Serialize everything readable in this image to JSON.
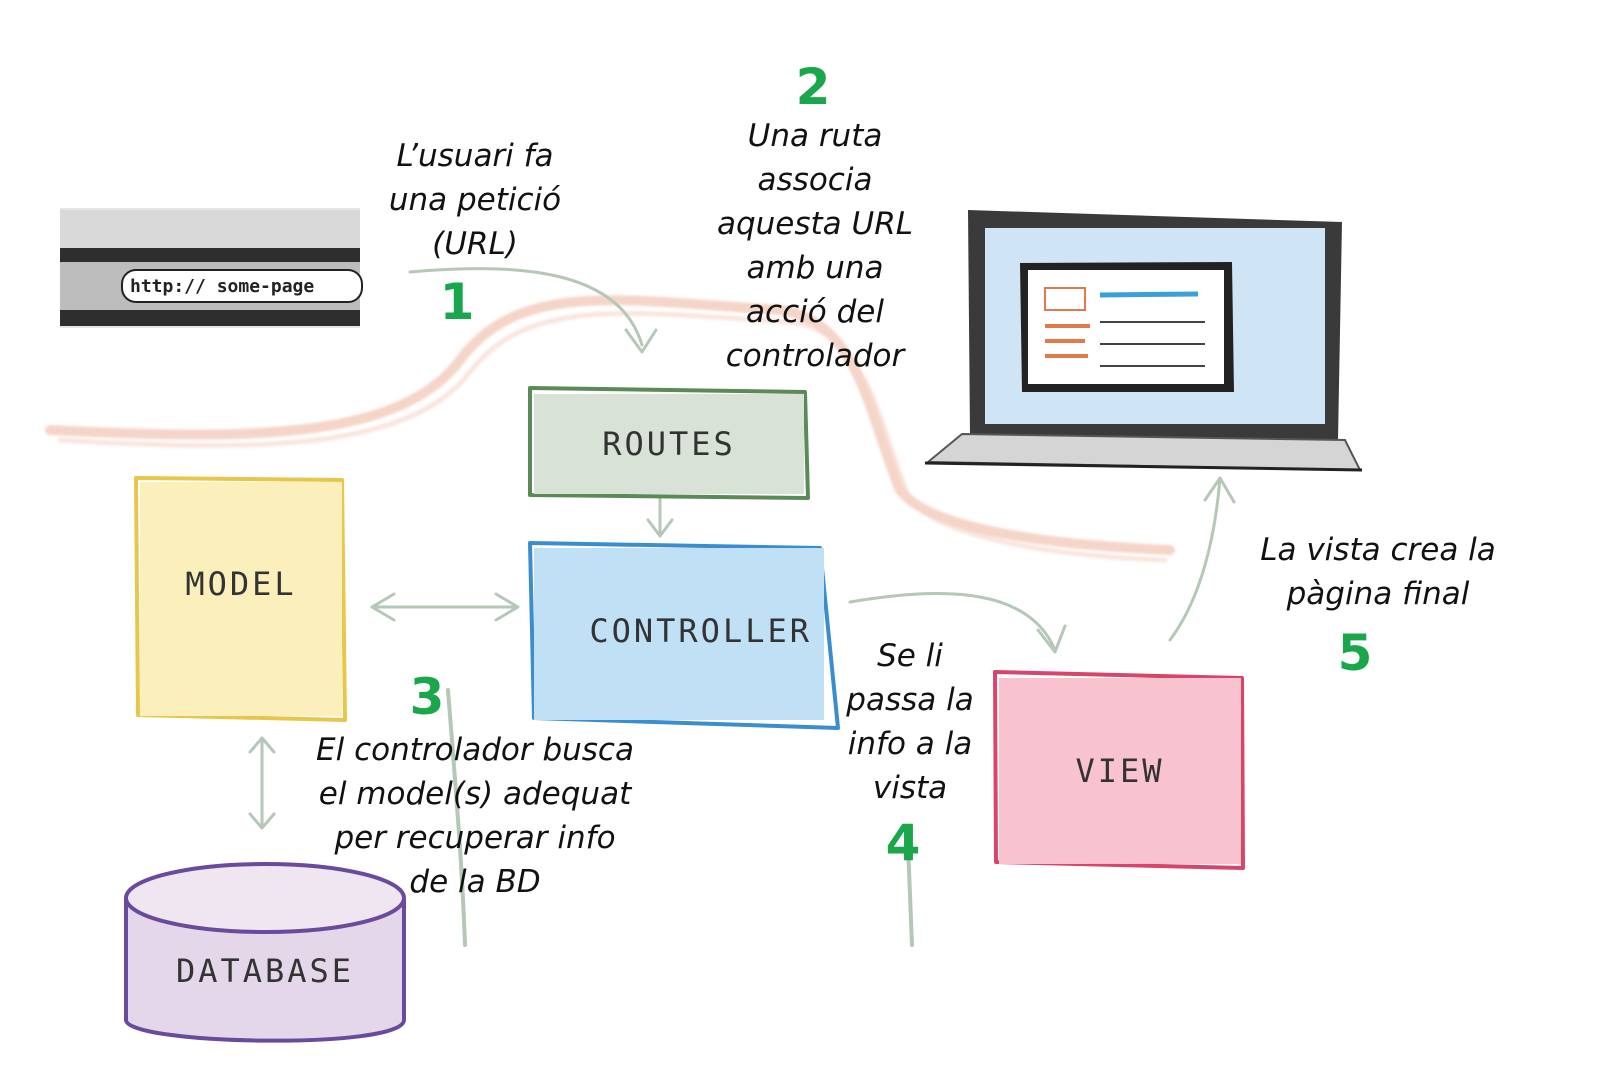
{
  "steps": [
    {
      "number": "1",
      "caption": "L’usuari fa\nuna petició\n(URL)"
    },
    {
      "number": "2",
      "caption": "Una ruta\nassocia\naquesta URL\namb una\nacció del\ncontrolador"
    },
    {
      "number": "3",
      "caption": "El controlador busca\nel model(s) adequat\nper recuperar info\nde la BD"
    },
    {
      "number": "4",
      "caption": "Se li\npassa la\ninfo a la\nvista"
    },
    {
      "number": "5",
      "caption": "La vista crea la\npàgina final"
    }
  ],
  "boxes": {
    "routes": "ROUTES",
    "controller": "CONTROLLER",
    "model": "MODEL",
    "view": "VIEW",
    "database": "DATABASE"
  },
  "browser": {
    "url": "http:// some-page"
  },
  "colors": {
    "step_number": "#1aa64a",
    "routes": "#d8e2d6",
    "controller": "#bfe0f5",
    "model": "#fbf0bb",
    "view": "#f8c2cf",
    "database": "#e5d7ea",
    "arrow": "#b5c7b7",
    "swoosh": "#f2c7b6"
  }
}
